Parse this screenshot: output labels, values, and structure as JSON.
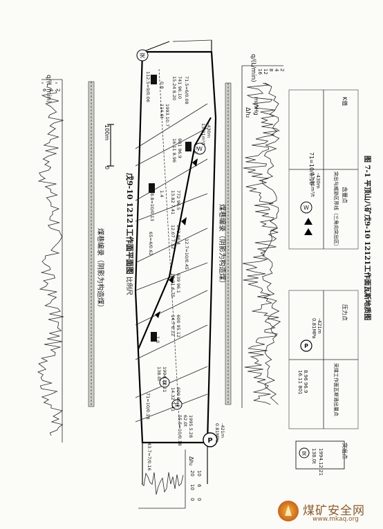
{
  "figure": {
    "caption": "图 7-1  平顶山八矿戊9-10 12121工作面瓦斯地质图",
    "title": "戊9-10 12121工作面平面图",
    "scale_label": "比例尺",
    "scale_zero": "0",
    "scale_value": "100m",
    "coal_roadway_upper": "煤巷编录（阴影为构造煤）",
    "coal_roadway_lower": "煤巷编录（阴影为构造煤）"
  },
  "left_chart": {
    "ylabel": "q/(L/min)",
    "ticks": [
      "6",
      "4",
      "2"
    ]
  },
  "right_chart": {
    "ylabel": "q/(L/min)",
    "unit": "mmHg",
    "dh_label": "Δh₂",
    "ticks": [
      "16",
      "12",
      "8",
      "4",
      "2"
    ]
  },
  "small_chart": {
    "ylabel": "Δh₂",
    "ticks": [
      "20",
      "10",
      "0"
    ],
    "alt_ticks": [
      "10",
      "6",
      "0"
    ]
  },
  "face_labels": [
    "114.6t",
    "1993.10.7",
    "112.5=9/0.06",
    "0.8",
    "15.24 8.20",
    "741 96.10",
    "71.5=6/0.08",
    "13.81m³/t",
    "-430m",
    "0.3",
    "16.11 8.96",
    "801 96.9",
    "58.8=10/0.13",
    "1.4",
    "13.82 7.41",
    "772 96.5",
    "12.07 7.32",
    "873 96.4",
    "65=4/0.62",
    "12.7=10/0.45",
    "15.21 6.75",
    "639 96.1",
    "14.7 6.12",
    "600 95.12",
    "1.0",
    "138.0t",
    "1994.12.21",
    "71=10/0.18",
    "14.32 7.41",
    "600 95.1",
    "55.5=10/0.18",
    "62.0t",
    "1995.5.28",
    "43.7=7/0.16",
    "0.81MPa",
    "-421m"
  ],
  "marks": {
    "outburst": "突",
    "gas": "W",
    "pressure": "P"
  },
  "legend": {
    "title_k": "K值",
    "k_sample": "71=10/0.18",
    "content_point": "含量点",
    "content_value": "13.81m³/t",
    "content_depth": "-430m",
    "boundary_label": "突出与威胁区界线（三角向突出区）",
    "pressure_point": "压力点",
    "pressure_value": "0.81MPa",
    "pressure_depth": "-421m",
    "face_label": "采煤工作面瓦斯涌出量点",
    "face_value_1": "16.11 801",
    "face_value_2": "8.96 96.9",
    "outburst_point": "突出点",
    "outburst_value": "138.0t",
    "outburst_date": "1994.12.21"
  },
  "watermark": {
    "text": "煤矿安全网",
    "url": "www.mkaq.org"
  }
}
